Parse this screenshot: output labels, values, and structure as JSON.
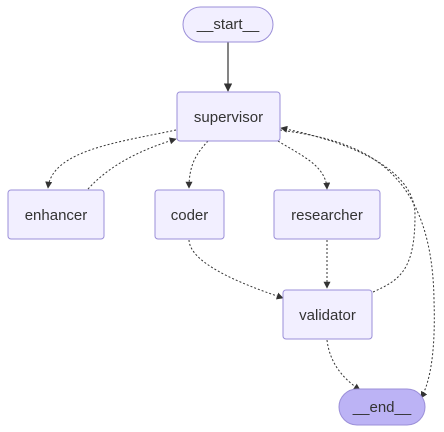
{
  "nodes": {
    "start": {
      "label": "__start__"
    },
    "supervisor": {
      "label": "supervisor"
    },
    "enhancer": {
      "label": "enhancer"
    },
    "coder": {
      "label": "coder"
    },
    "researcher": {
      "label": "researcher"
    },
    "validator": {
      "label": "validator"
    },
    "end": {
      "label": "__end__"
    }
  },
  "edges": [
    {
      "from": "start",
      "to": "supervisor",
      "style": "solid"
    },
    {
      "from": "supervisor",
      "to": "enhancer",
      "style": "dotted"
    },
    {
      "from": "enhancer",
      "to": "supervisor",
      "style": "dotted"
    },
    {
      "from": "supervisor",
      "to": "coder",
      "style": "dotted"
    },
    {
      "from": "supervisor",
      "to": "researcher",
      "style": "dotted"
    },
    {
      "from": "supervisor",
      "to": "end",
      "style": "dotted"
    },
    {
      "from": "coder",
      "to": "validator",
      "style": "dotted"
    },
    {
      "from": "researcher",
      "to": "validator",
      "style": "dotted"
    },
    {
      "from": "validator",
      "to": "supervisor",
      "style": "dotted"
    },
    {
      "from": "validator",
      "to": "end",
      "style": "dotted"
    }
  ],
  "colors": {
    "node_fill": "#f2efff",
    "node_stroke": "#9b8fd8",
    "end_fill": "#bcb3f5",
    "edge": "#333333"
  }
}
